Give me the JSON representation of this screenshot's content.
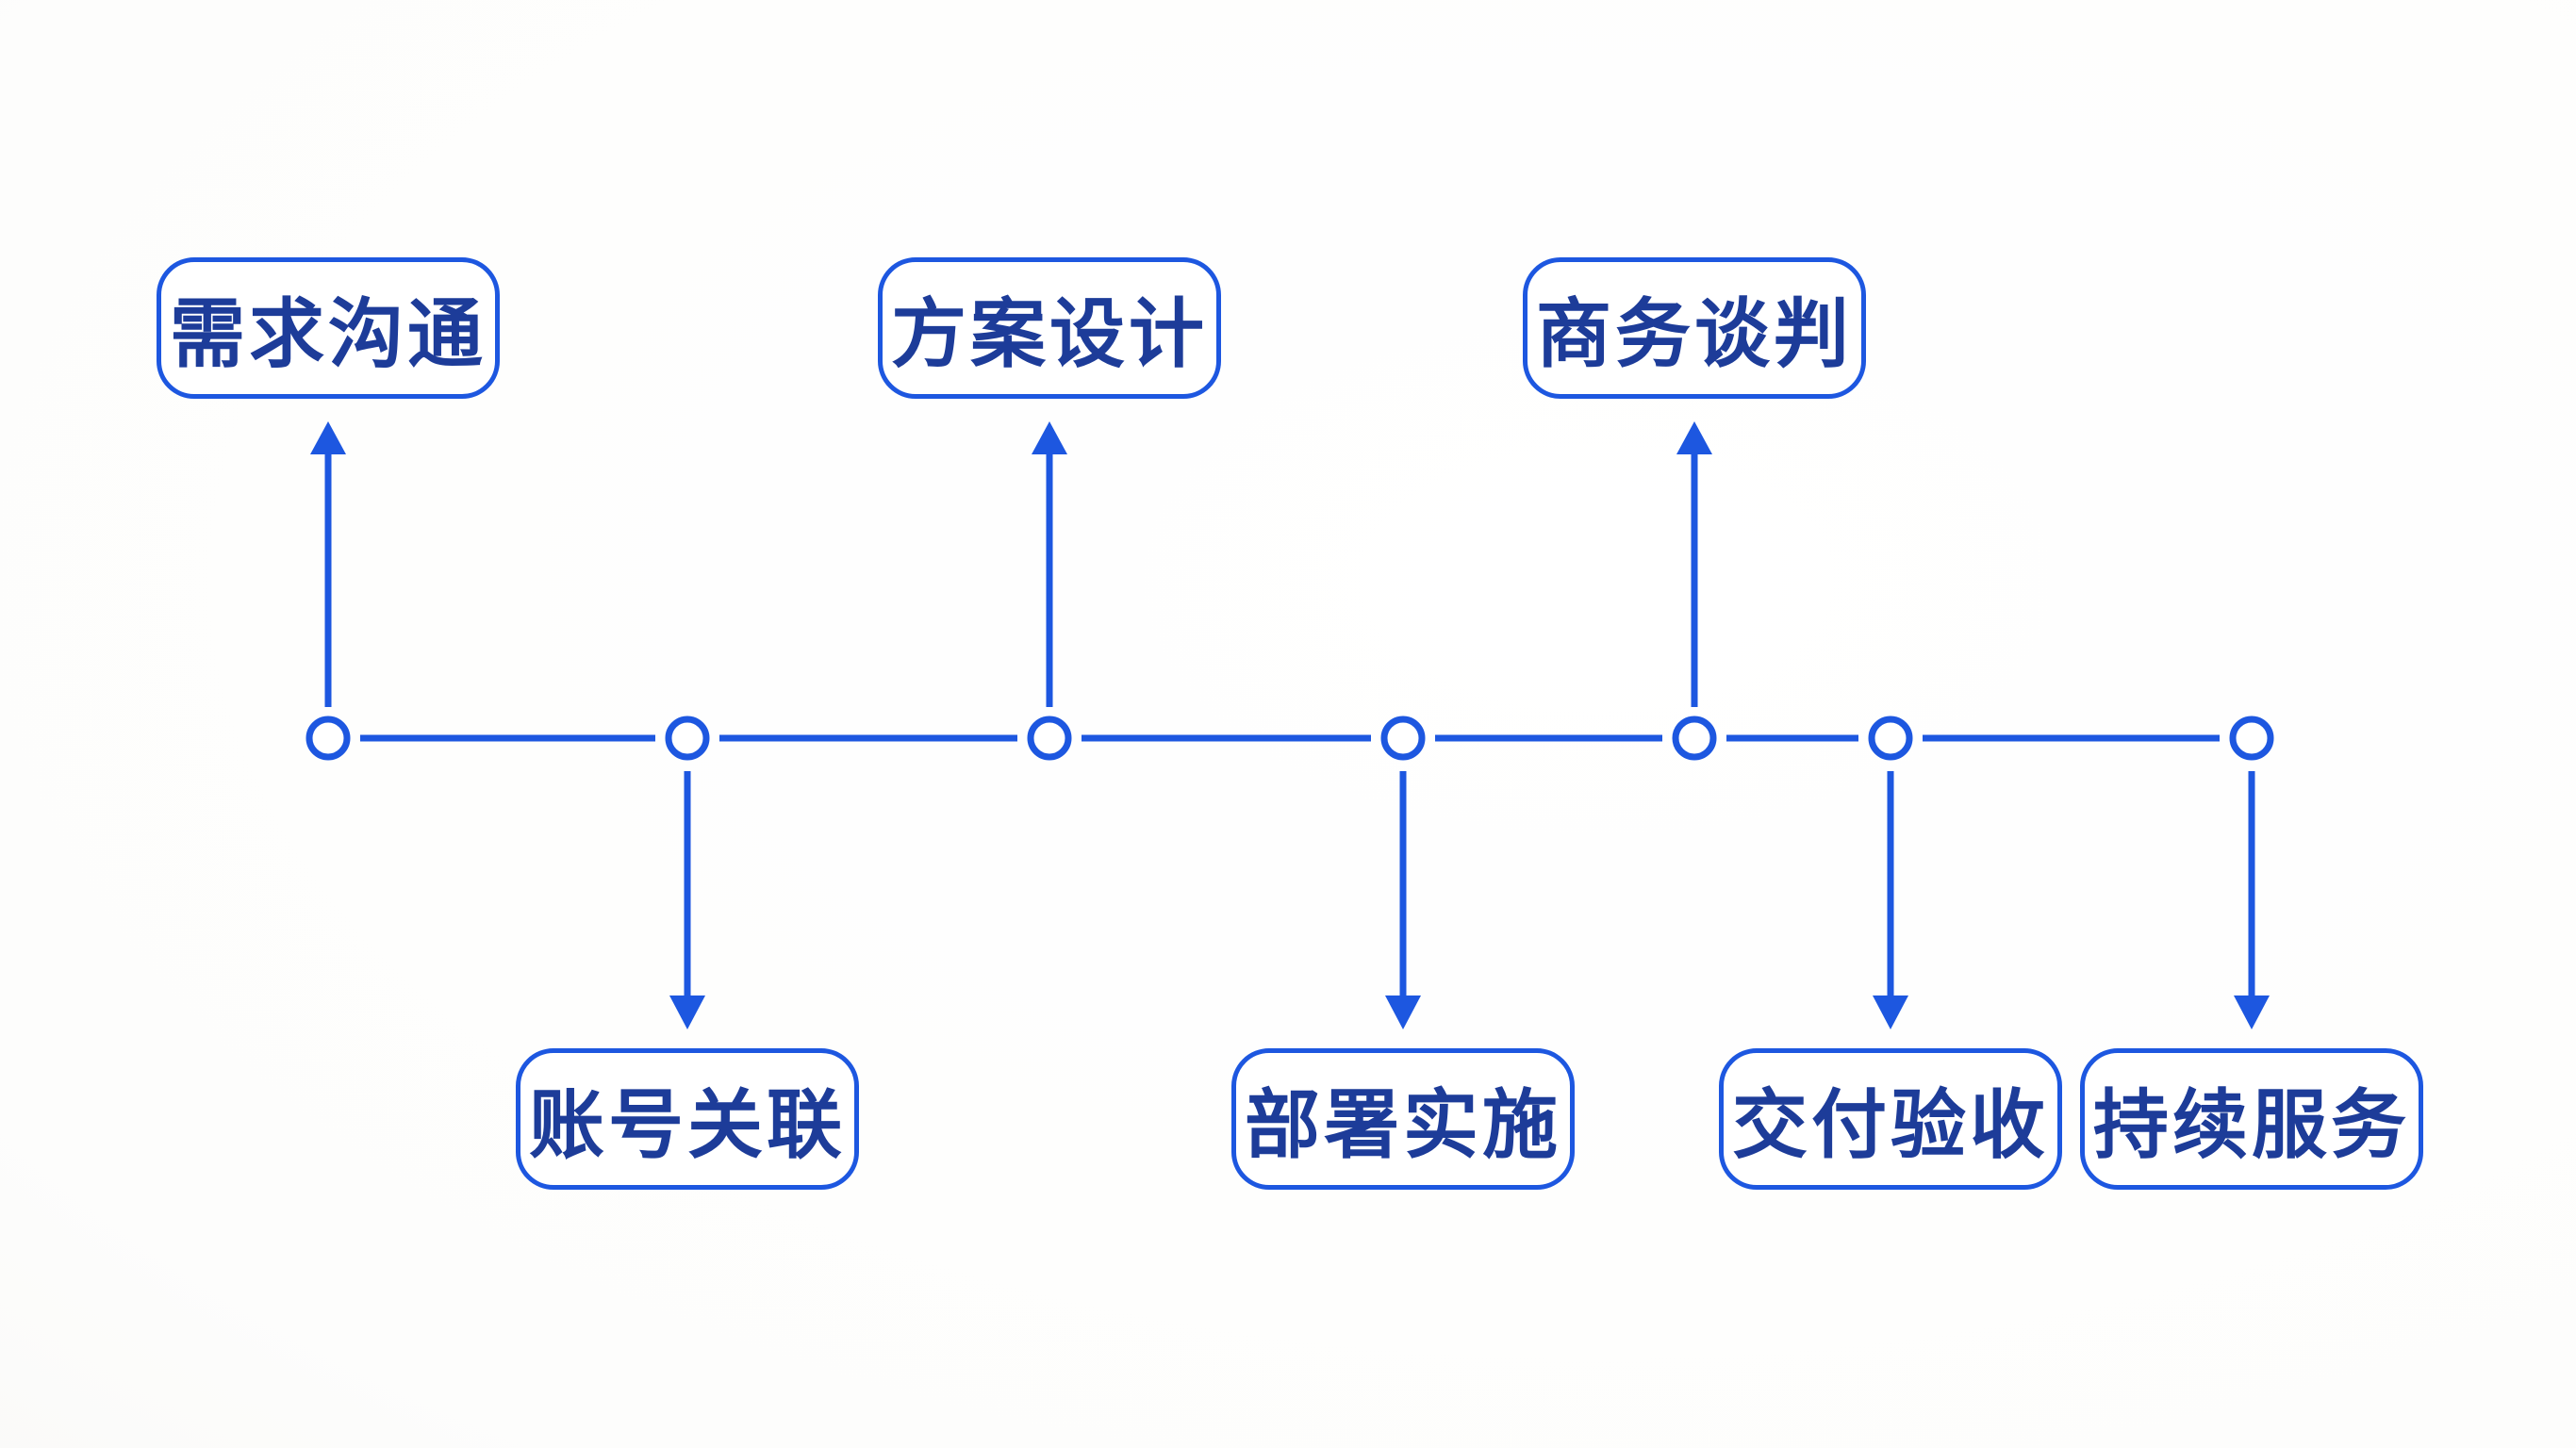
{
  "diagram": {
    "steps": [
      {
        "label": "需求沟通",
        "side": "top"
      },
      {
        "label": "账号关联",
        "side": "bottom"
      },
      {
        "label": "方案设计",
        "side": "top"
      },
      {
        "label": "部署实施",
        "side": "bottom"
      },
      {
        "label": "商务谈判",
        "side": "top"
      },
      {
        "label": "交付验收",
        "side": "bottom"
      },
      {
        "label": "持续服务",
        "side": "bottom"
      }
    ],
    "colors": {
      "accent": "#1d57e0",
      "label_text": "#1d3c99",
      "box_fill": "#ffffff",
      "background": "#fbfbfa"
    },
    "icons": {
      "node": "timeline-node-icon",
      "arrow_up": "arrow-up-icon",
      "arrow_down": "arrow-down-icon"
    }
  }
}
